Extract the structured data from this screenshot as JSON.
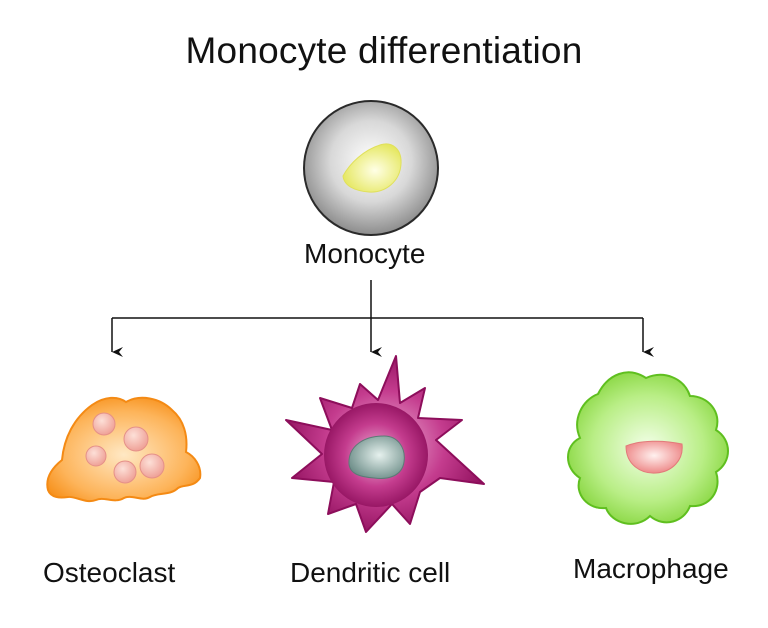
{
  "title": "Monocyte  differentiation",
  "nodes": {
    "root": {
      "label": "Monocyte",
      "nucleus_color": "#eef07a",
      "body_color": "#9a9a9a"
    },
    "children": [
      {
        "label": "Osteoclast",
        "body_color": "#fb9a2c",
        "nucleus_color": "#f2a6a0"
      },
      {
        "label": "Dendritic cell",
        "body_color": "#a8176f",
        "nucleus_color": "#7f9d98"
      },
      {
        "label": "Macrophage",
        "body_color": "#8fdc4a",
        "nucleus_color": "#ee8d8d"
      }
    ]
  },
  "arrow_color": "#111111"
}
